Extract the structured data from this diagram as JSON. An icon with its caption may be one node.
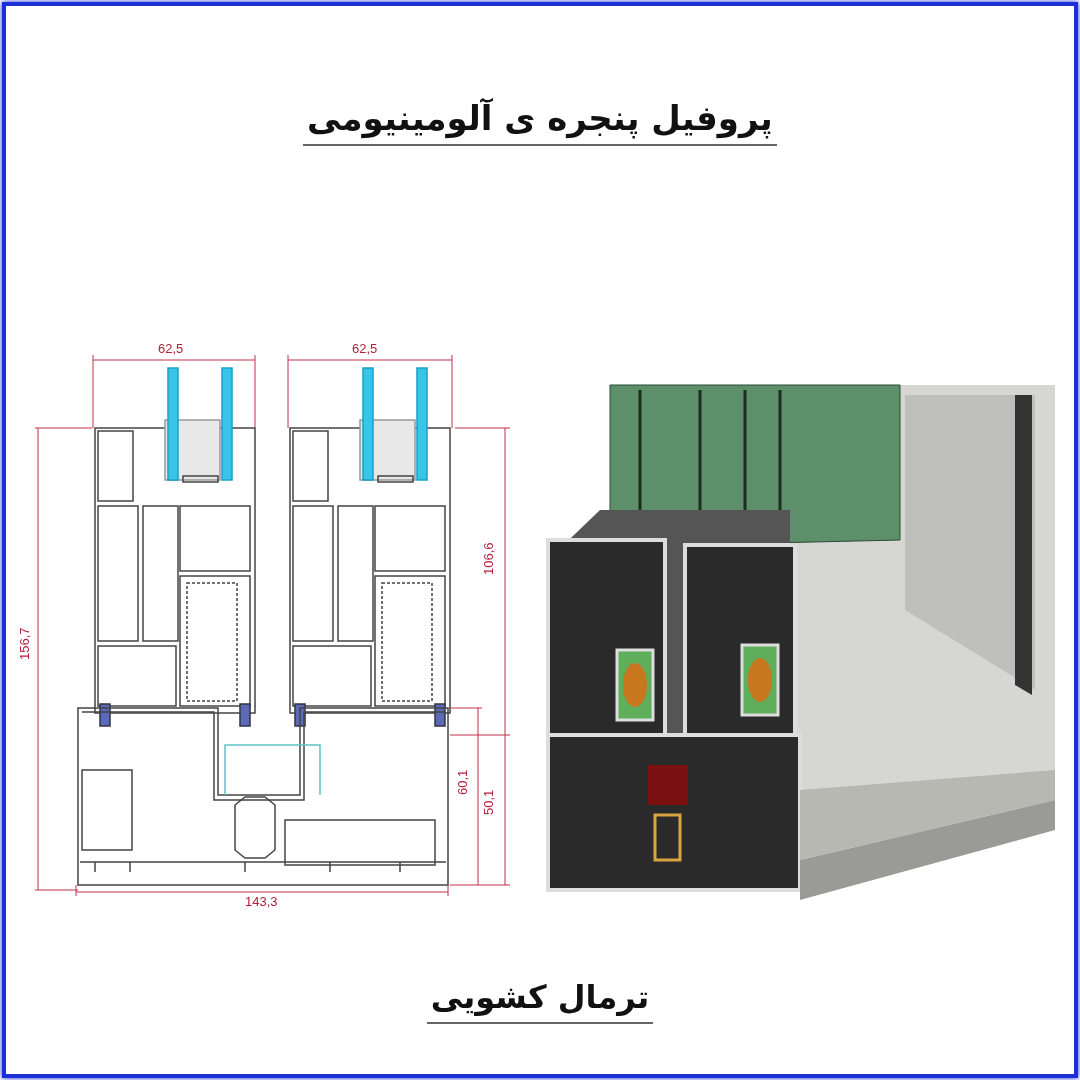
{
  "diagram": {
    "title": "پروفیل پنجره ی آلومینیومی",
    "caption": "ترمال کشویی",
    "labels": [
      "62,5",
      "62,5",
      "156,7",
      "106,6",
      "60,1",
      "50,1",
      "143,3"
    ]
  }
}
